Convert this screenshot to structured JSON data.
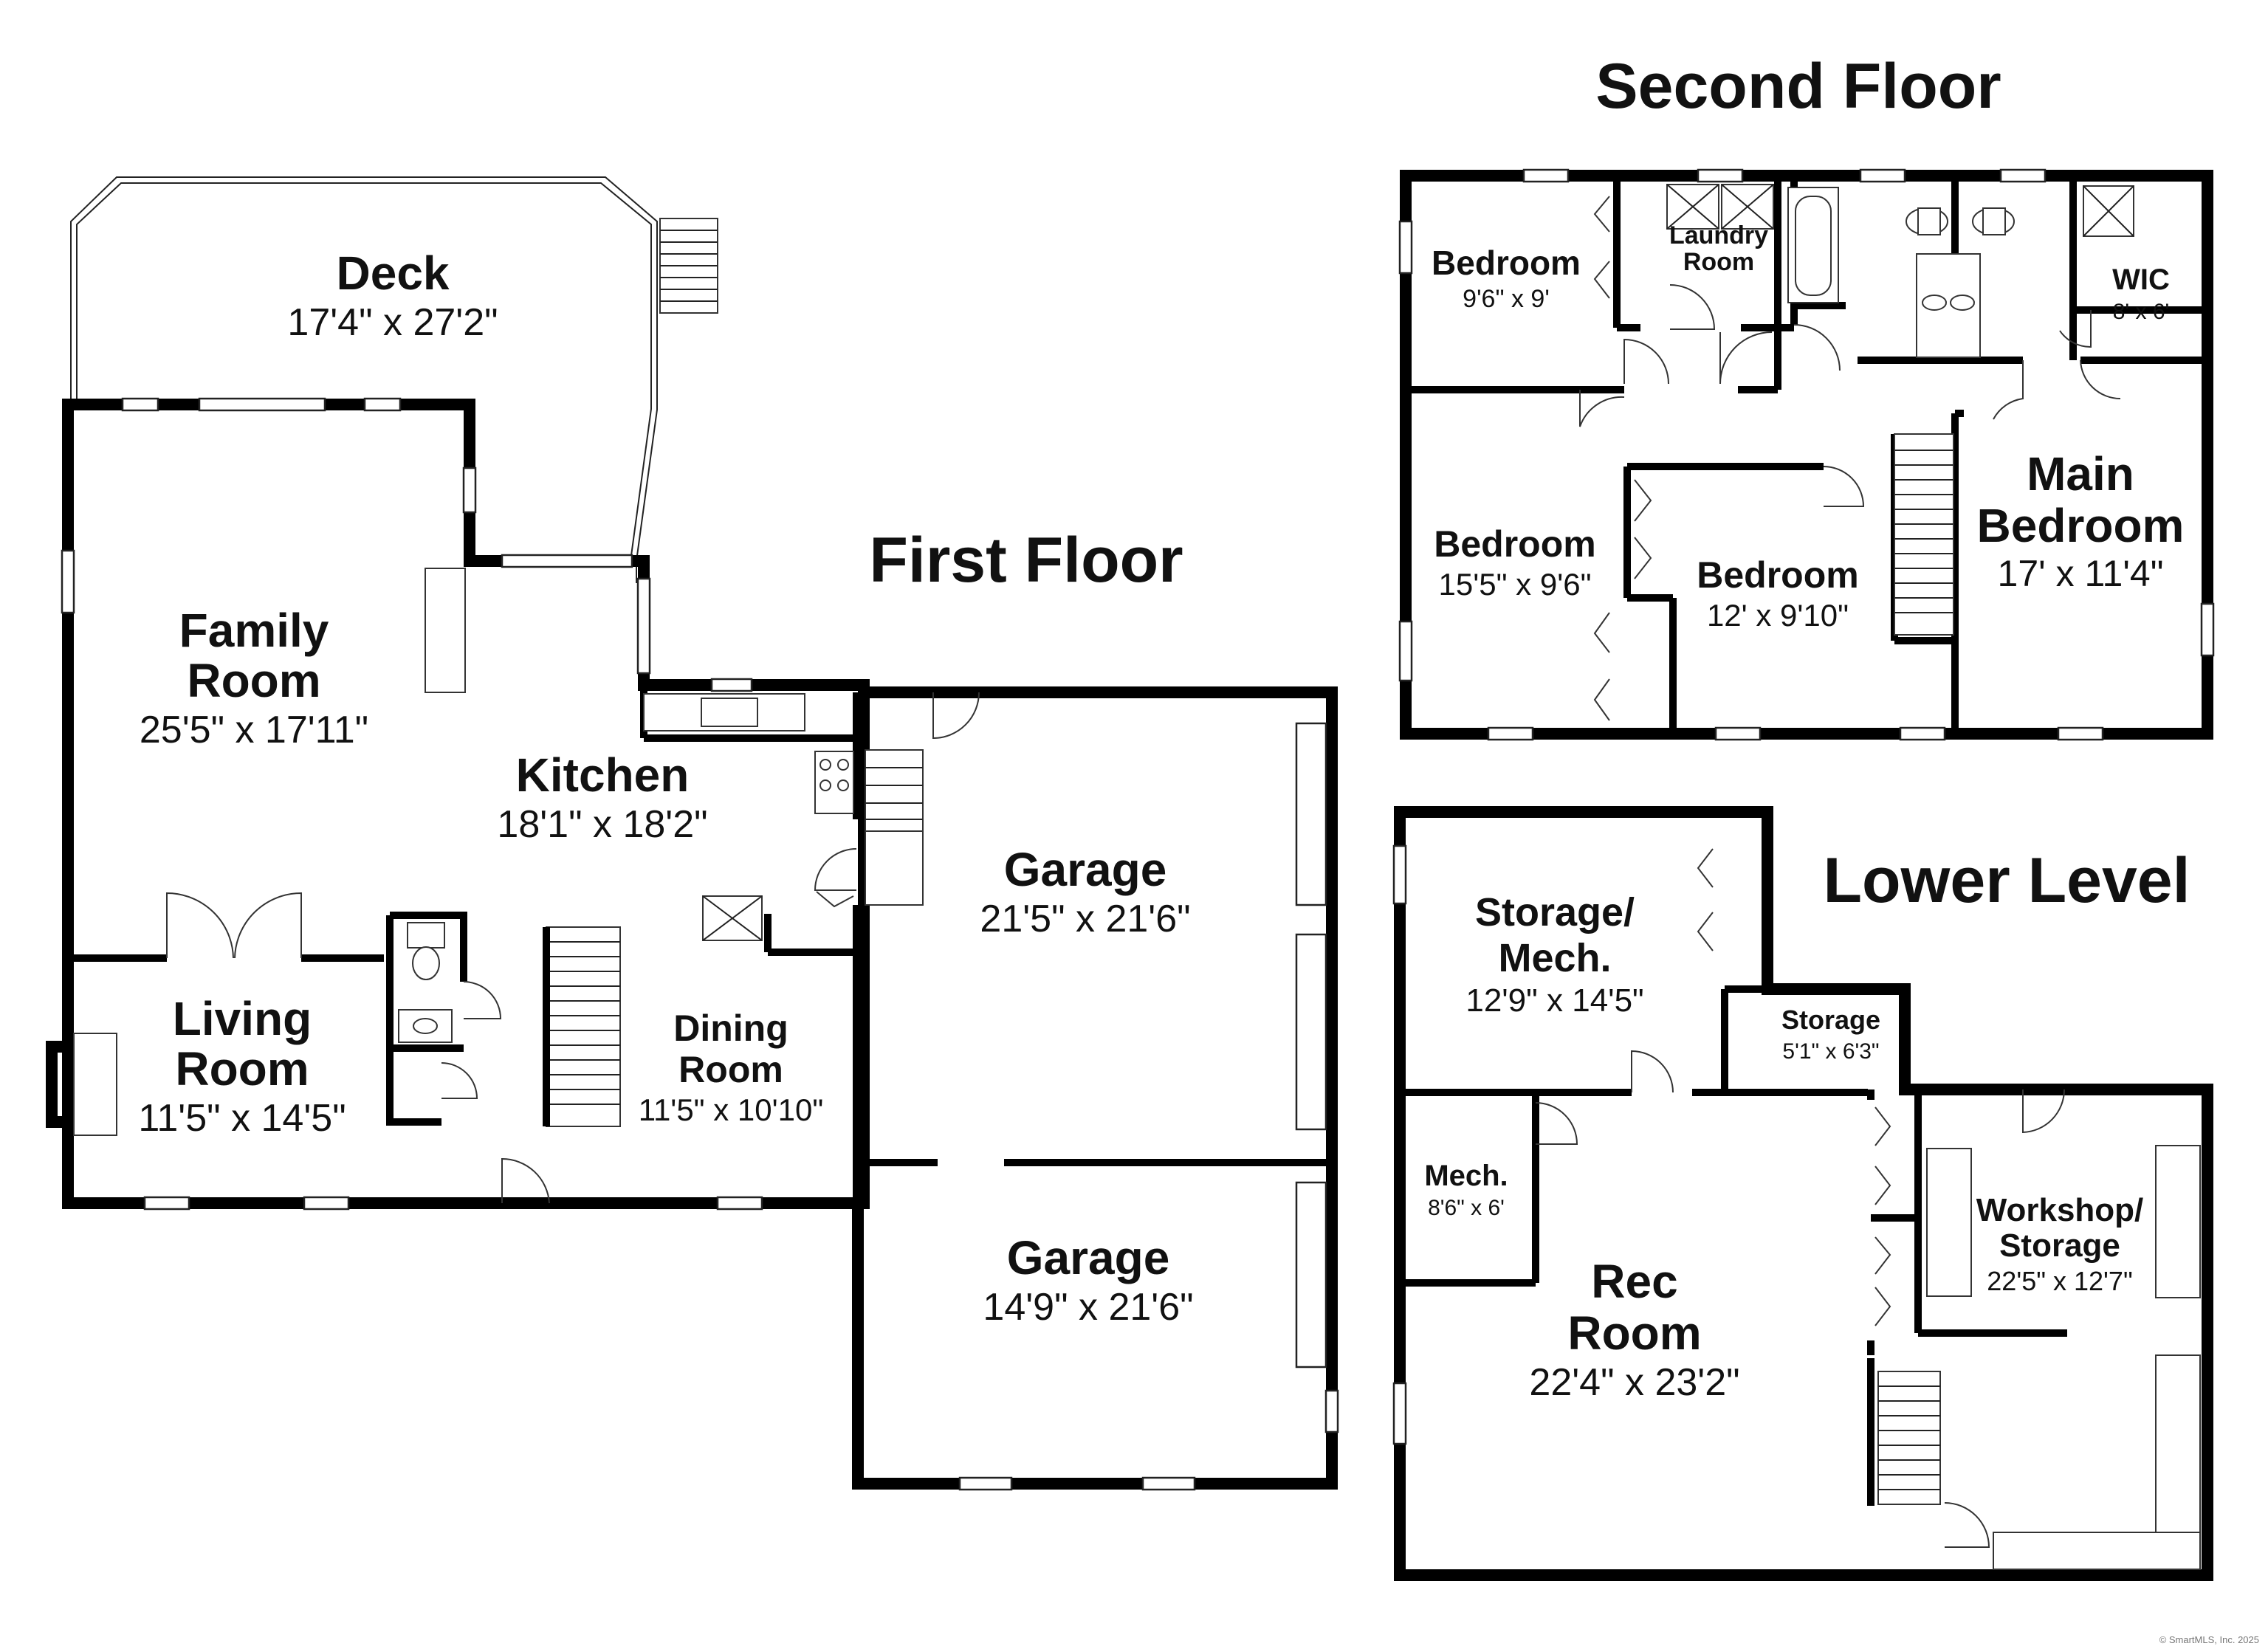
{
  "floors": {
    "first": {
      "title": "First Floor",
      "rooms": [
        {
          "id": "deck",
          "name": [
            "Deck"
          ],
          "dims": "17'4\" x 27'2\""
        },
        {
          "id": "family",
          "name": [
            "Family",
            "Room"
          ],
          "dims": "25'5\" x 17'11\""
        },
        {
          "id": "kitchen",
          "name": [
            "Kitchen"
          ],
          "dims": "18'1\" x 18'2\""
        },
        {
          "id": "living",
          "name": [
            "Living",
            "Room"
          ],
          "dims": "11'5\" x 14'5\""
        },
        {
          "id": "dining",
          "name": [
            "Dining",
            "Room"
          ],
          "dims": "11'5\" x 10'10\""
        },
        {
          "id": "garage1",
          "name": [
            "Garage"
          ],
          "dims": "21'5\" x 21'6\""
        },
        {
          "id": "garage2",
          "name": [
            "Garage"
          ],
          "dims": "14'9\" x 21'6\""
        }
      ]
    },
    "second": {
      "title": "Second Floor",
      "rooms": [
        {
          "id": "bed1",
          "name": [
            "Bedroom"
          ],
          "dims": "9'6\" x 9'"
        },
        {
          "id": "laundry",
          "name": [
            "Laundry",
            "Room"
          ],
          "dims": ""
        },
        {
          "id": "wic",
          "name": [
            "WIC"
          ],
          "dims": "8' x 6'"
        },
        {
          "id": "bed2",
          "name": [
            "Bedroom"
          ],
          "dims": "15'5\" x 9'6\""
        },
        {
          "id": "bed3",
          "name": [
            "Bedroom"
          ],
          "dims": "12' x 9'10\""
        },
        {
          "id": "main",
          "name": [
            "Main",
            "Bedroom"
          ],
          "dims": "17' x 11'4\""
        }
      ]
    },
    "lower": {
      "title": "Lower Level",
      "rooms": [
        {
          "id": "storagemech",
          "name": [
            "Storage/",
            "Mech."
          ],
          "dims": "12'9\" x 14'5\""
        },
        {
          "id": "storage",
          "name": [
            "Storage"
          ],
          "dims": "5'1\" x 6'3\""
        },
        {
          "id": "mech",
          "name": [
            "Mech."
          ],
          "dims": "8'6\" x 6'"
        },
        {
          "id": "rec",
          "name": [
            "Rec",
            "Room"
          ],
          "dims": "22'4\" x 23'2\""
        },
        {
          "id": "workshop",
          "name": [
            "Workshop/",
            "Storage"
          ],
          "dims": "22'5\" x 12'7\""
        }
      ]
    }
  },
  "copyright": "© SmartMLS, Inc.  2025"
}
